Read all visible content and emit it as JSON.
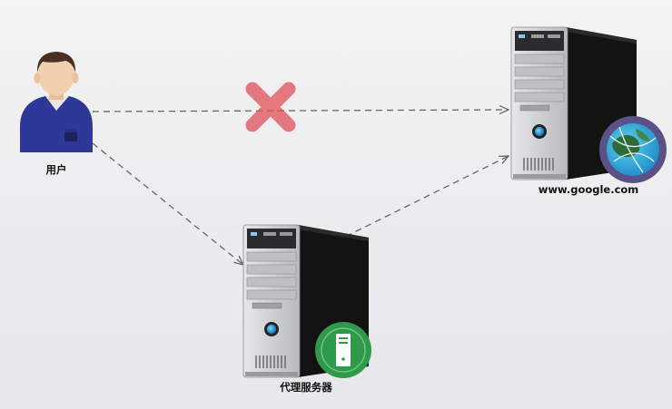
{
  "nodes": {
    "user": {
      "label": "用户"
    },
    "target_server": {
      "label": "www.google.com"
    },
    "proxy_server": {
      "label": "代理服务器"
    }
  },
  "edges": [
    {
      "from": "user",
      "to": "target_server",
      "style": "dashed",
      "blocked": true
    },
    {
      "from": "user",
      "to": "proxy_server",
      "style": "dashed",
      "blocked": false
    },
    {
      "from": "proxy_server",
      "to": "target_server",
      "style": "dashed",
      "blocked": false
    }
  ],
  "colors": {
    "shirt": "#2e3896",
    "hair": "#4a3020",
    "skin": "#f2cfae",
    "blocked_x": "#e0505a",
    "globe_badge": "#5b5186",
    "proxy_badge": "#2f9a4a",
    "tower_front": "#d2d3d5",
    "tower_side": "#111111",
    "arrow": "#666666"
  },
  "icons": {
    "user": "person-icon",
    "blocked": "cross-icon",
    "target_badge": "globe-icon",
    "proxy_badge": "server-icon"
  }
}
